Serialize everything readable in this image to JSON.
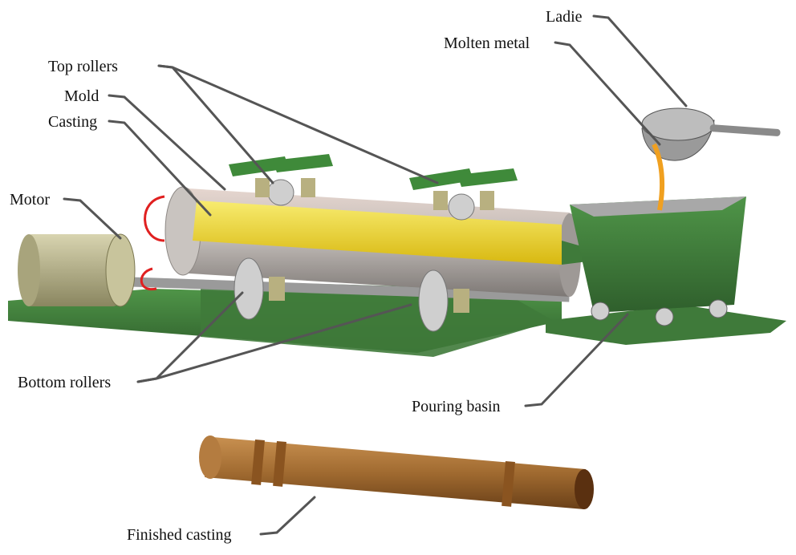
{
  "title": "Centrifugal casting machine",
  "labels": {
    "ladle": "Ladie",
    "molten_metal": "Molten metal",
    "top_rollers": "Top rollers",
    "mold": "Mold",
    "casting": "Casting",
    "motor": "Motor",
    "bottom_rollers": "Bottom rollers",
    "pouring_basin": "Pouring basin",
    "finished_casting": "Finished casting"
  },
  "colors": {
    "base": "#3f7a3a",
    "mold": "#b9b4b0",
    "casting": "#f0d830",
    "motor": "#b8b48a",
    "finished": "#a06a30",
    "molten": "#f0a020",
    "rotation_arrow": "#e02020"
  }
}
